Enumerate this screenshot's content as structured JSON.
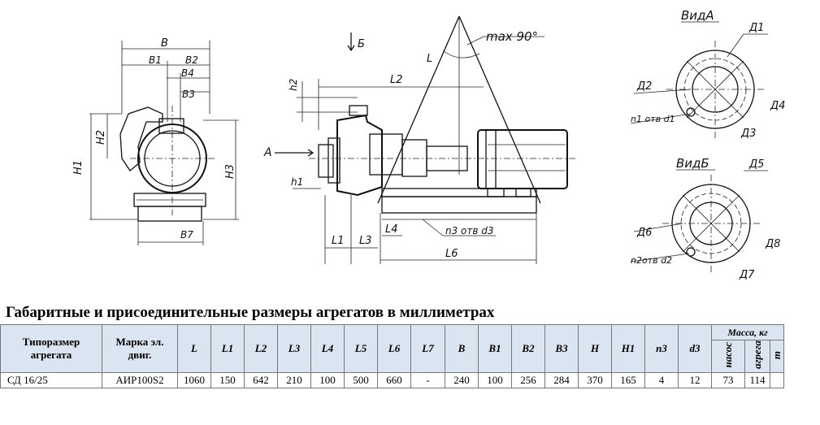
{
  "drawing": {
    "front_labels": {
      "B": "B",
      "B1": "B1",
      "B2": "B2",
      "B4": "B4",
      "B3": "B3",
      "H1": "H1",
      "H2": "H2",
      "H3": "H3",
      "B7": "B7"
    },
    "side_labels": {
      "L": "L",
      "L2": "L2",
      "h2": "h2",
      "h1": "h1",
      "A": "A",
      "Б": "Б",
      "max": "max 90°",
      "L1": "L1",
      "L3": "L3",
      "L4": "L4",
      "L6": "L6",
      "n3d3": "n3 отв d3"
    },
    "view_a": {
      "title": "ВидА",
      "D1": "Д1",
      "D2": "Д2",
      "D3": "Д3",
      "D4": "Д4",
      "holes": "n1 отв d1"
    },
    "view_b": {
      "title": "ВидБ",
      "D5": "Д5",
      "D6": "Д6",
      "D7": "Д7",
      "D8": "Д8",
      "holes": "n2отв d2"
    }
  },
  "table": {
    "title": "Габаритные и присоединительные размеры агрегатов в миллиметрах",
    "head_type": "Типоразмер агрегата",
    "head_motor": "Марка эл. двиг.",
    "cols": [
      "L",
      "L1",
      "L2",
      "L3",
      "L4",
      "L5",
      "L6",
      "L7",
      "B",
      "B1",
      "B2",
      "B3",
      "H",
      "H1",
      "n3",
      "d3"
    ],
    "mass_head": "Масса, кг",
    "mass_pump": "насос",
    "mass_unit": "агрега",
    "mass_t": "т",
    "row": {
      "type": "СД 16/25",
      "motor": "АИР100S2",
      "values": [
        "1060",
        "150",
        "642",
        "210",
        "100",
        "500",
        "660",
        "-",
        "240",
        "100",
        "256",
        "284",
        "370",
        "165",
        "4",
        "12"
      ],
      "mass_pump": "73",
      "mass_unit": "114"
    }
  }
}
